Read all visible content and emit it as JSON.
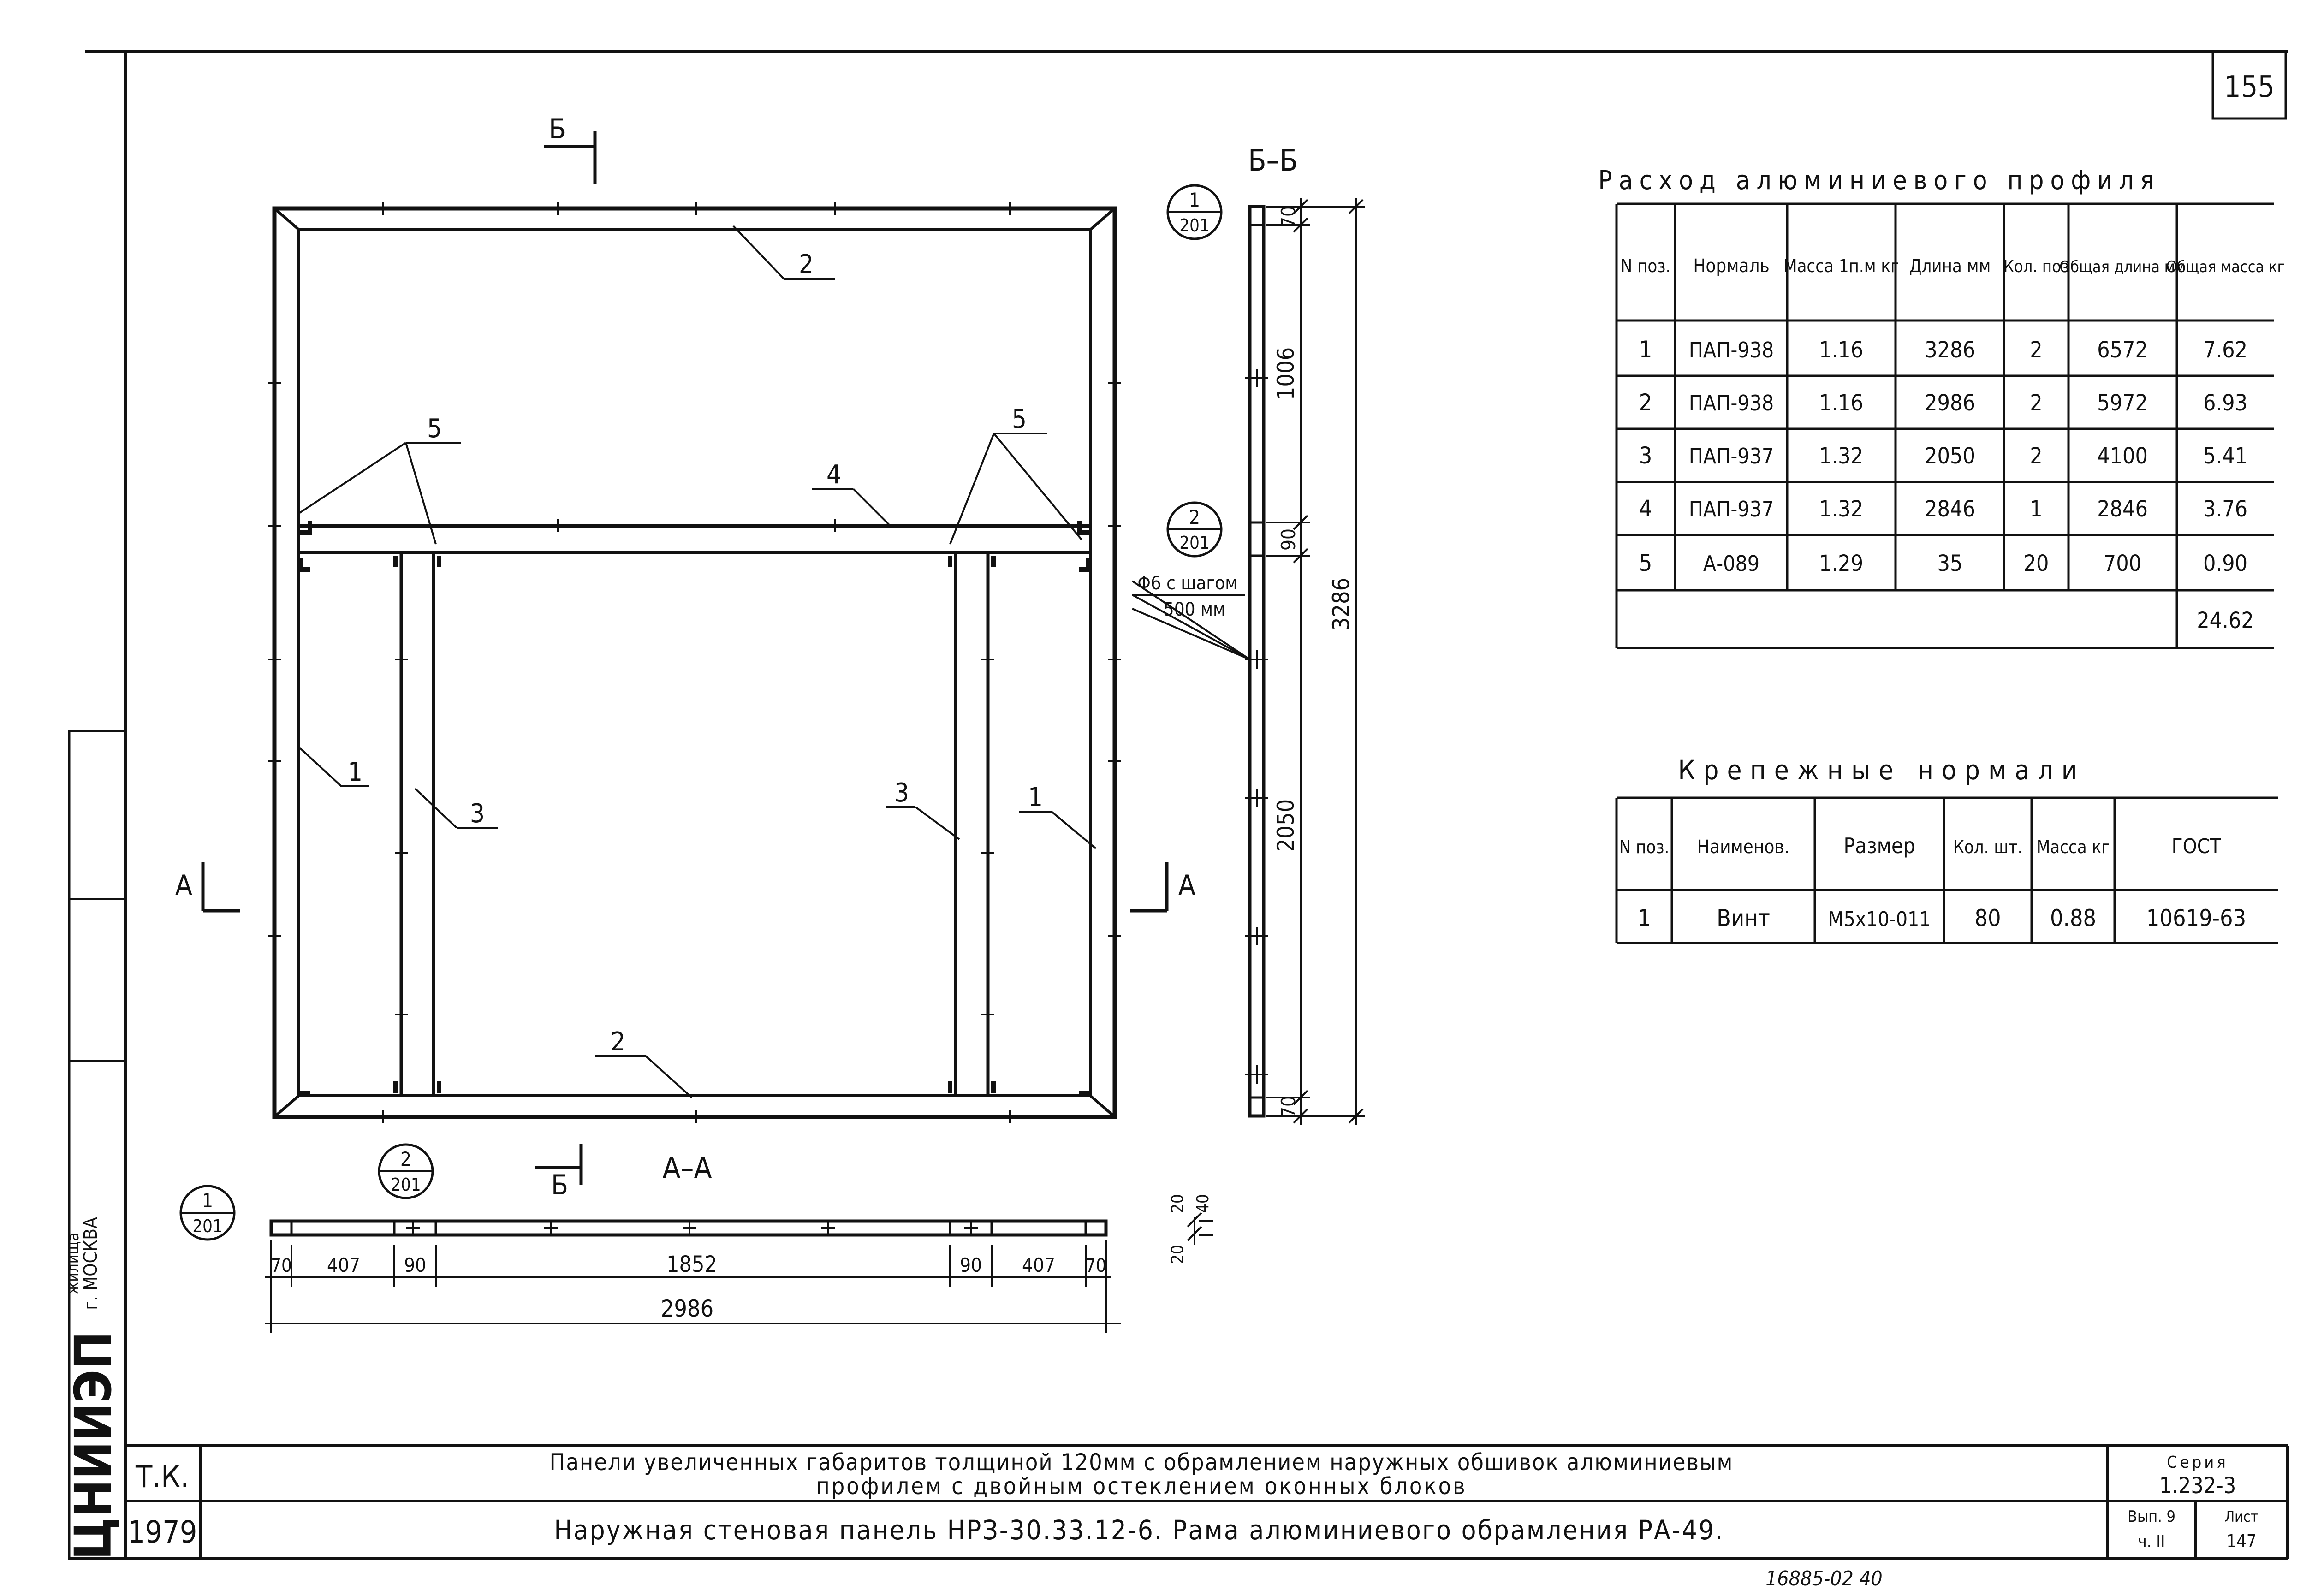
{
  "sheet": {
    "page_number": "155",
    "bottom_note": "16885-02 40",
    "stamp": {
      "organization_letters": "ЦНИИЭП",
      "organization_name": "жилища",
      "city": "г. МОСКВА"
    }
  },
  "drawing": {
    "section_bb": {
      "title": "Б–Б",
      "dims": [
        "70",
        "1006",
        "90",
        "2050",
        "70"
      ],
      "overall": "3286",
      "note_line1": "Φ6 с шагом",
      "note_line2": "500 мм"
    },
    "section_aa": {
      "title": "А–А",
      "dims": [
        "70",
        "407",
        "90",
        "1852",
        "90",
        "407",
        "70"
      ],
      "overall": "2986",
      "thickness_dims": [
        "20",
        "40",
        "20"
      ]
    },
    "cut_marks": {
      "b": "Б",
      "a": "А"
    },
    "callouts": [
      {
        "num": "1",
        "den": "201"
      },
      {
        "num": "2",
        "den": "201"
      },
      {
        "num": "1",
        "den": "201"
      },
      {
        "num": "2",
        "den": "201"
      }
    ],
    "positions": [
      "1",
      "1",
      "2",
      "2",
      "3",
      "3",
      "4",
      "5",
      "5"
    ]
  },
  "profile_table": {
    "title": "Расход алюминиевого профиля",
    "headers": [
      "N поз.",
      "Нормаль",
      "Масса 1п.м кг",
      "Длина мм",
      "Кол. поз",
      "Общая длина мм",
      "Общая масса кг"
    ],
    "rows": [
      [
        "1",
        "ПАП-938",
        "1.16",
        "3286",
        "2",
        "6572",
        "7.62"
      ],
      [
        "2",
        "ПАП-938",
        "1.16",
        "2986",
        "2",
        "5972",
        "6.93"
      ],
      [
        "3",
        "ПАП-937",
        "1.32",
        "2050",
        "2",
        "4100",
        "5.41"
      ],
      [
        "4",
        "ПАП-937",
        "1.32",
        "2846",
        "1",
        "2846",
        "3.76"
      ],
      [
        "5",
        "А-089",
        "1.29",
        "35",
        "20",
        "700",
        "0.90"
      ]
    ],
    "total": "24.62"
  },
  "fastener_table": {
    "title": "Крепежные нормали",
    "headers": [
      "N поз.",
      "Наименов.",
      "Размер",
      "Кол. шт.",
      "Масса кг",
      "ГОСТ"
    ],
    "rows": [
      [
        "1",
        "Винт",
        "М5х10-011",
        "80",
        "0.88",
        "10619-63"
      ]
    ]
  },
  "title_block": {
    "tk": "Т.К.",
    "year": "1979",
    "project_line1": "Панели увеличенных габаритов толщиной 120мм с обрамлением наружных обшивок алюминиевым",
    "project_line2": "профилем с двойным остеклением оконных блоков",
    "sheet_title": "Наружная стеновая панель НРЗ-30.33.12-6. Рама алюминиевого обрамления РА-49.",
    "series_label": "Серия",
    "series_value": "1.232-3",
    "issue_label": "Вып. 9",
    "issue_value": "ч. II",
    "sheet_label": "Лист",
    "sheet_value": "147"
  }
}
